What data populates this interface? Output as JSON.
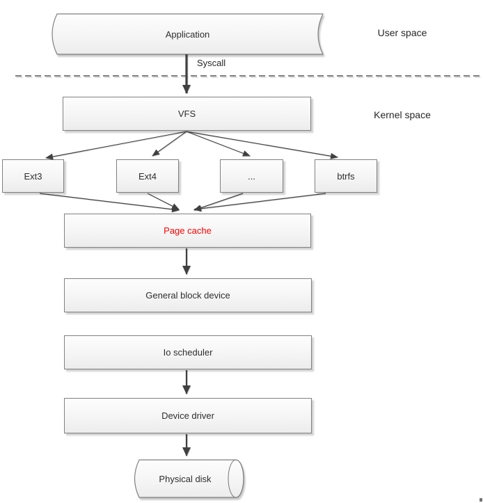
{
  "diagram": {
    "nodes": {
      "application": "Application",
      "vfs": "VFS",
      "ext3": "Ext3",
      "ext4": "Ext4",
      "dots": "...",
      "btrfs": "btrfs",
      "page_cache": "Page cache",
      "general_block_device": "General block device",
      "io_scheduler": "Io scheduler",
      "device_driver": "Device driver",
      "physical_disk": "Physical disk"
    },
    "labels": {
      "user_space": "User space",
      "kernel_space": "Kernel space",
      "syscall": "Syscall"
    },
    "colors": {
      "page_cache_text": "#ff0000",
      "box_border": "#808080",
      "box_fill_top": "#fdfdfd",
      "box_fill_bottom": "#ececec",
      "arrow": "#404040",
      "divider": "#595959"
    }
  }
}
